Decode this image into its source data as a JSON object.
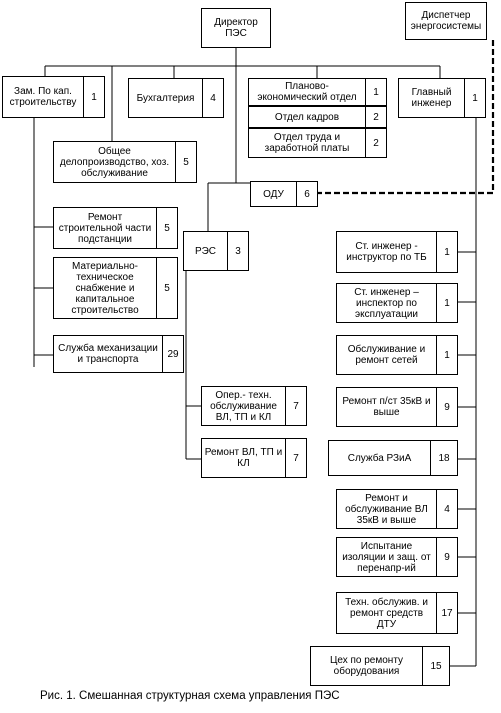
{
  "diagram": {
    "caption": "Рис. 1. Смешанная структурная схема управления ПЭС",
    "director": "Директор ПЭС",
    "dispatcher": "Диспетчер энергосистемы",
    "units": [
      {
        "id": "zam",
        "label": "Зам. По кап. строительству",
        "count": "1"
      },
      {
        "id": "buh",
        "label": "Бухгалтерия",
        "count": "4"
      },
      {
        "id": "plan",
        "label": "Планово-экономический отдел",
        "count": "1"
      },
      {
        "id": "kadr",
        "label": "Отдел кадров",
        "count": "2"
      },
      {
        "id": "trud",
        "label": "Отдел труда и заработной платы",
        "count": "2"
      },
      {
        "id": "glav",
        "label": "Главный инженер",
        "count": "1"
      },
      {
        "id": "obsh",
        "label": "Общее делопроизводство, хоз. обслуживание",
        "count": "5"
      },
      {
        "id": "odu",
        "label": "ОДУ",
        "count": "6"
      },
      {
        "id": "remstr",
        "label": "Ремонт строительной части подстанции",
        "count": "5"
      },
      {
        "id": "res",
        "label": "РЭС",
        "count": "3"
      },
      {
        "id": "mts",
        "label": "Материально-техническое снабжение и капитальное строительство",
        "count": "5"
      },
      {
        "id": "meh",
        "label": "Служба механизации и транспорта",
        "count": "29"
      },
      {
        "id": "tb",
        "label": "Ст. инженер - инструктор по ТБ",
        "count": "1"
      },
      {
        "id": "expl",
        "label": "Ст. инженер – инспектор по эксплуатации",
        "count": "1"
      },
      {
        "id": "obsl",
        "label": "Обслуживание и ремонт сетей",
        "count": "1"
      },
      {
        "id": "rpst",
        "label": "Ремонт п/ст 35кВ и выше",
        "count": "9"
      },
      {
        "id": "oper",
        "label": "Опер.- техн. обслуживание ВЛ, ТП и КЛ",
        "count": "7"
      },
      {
        "id": "remvl",
        "label": "Ремонт ВЛ, ТП и КЛ",
        "count": "7"
      },
      {
        "id": "rzia",
        "label": "Служба РЗиА",
        "count": "18"
      },
      {
        "id": "robvl",
        "label": "Ремонт и обслуживание ВЛ 35кВ и выше",
        "count": "4"
      },
      {
        "id": "isp",
        "label": "Испытание изоляции и защ. от перенапр-ий",
        "count": "9"
      },
      {
        "id": "dtu",
        "label": "Техн. обслужив. и ремонт средств ДТУ",
        "count": "17"
      },
      {
        "id": "ceh",
        "label": "Цех по ремонту оборудования",
        "count": "15"
      }
    ]
  }
}
